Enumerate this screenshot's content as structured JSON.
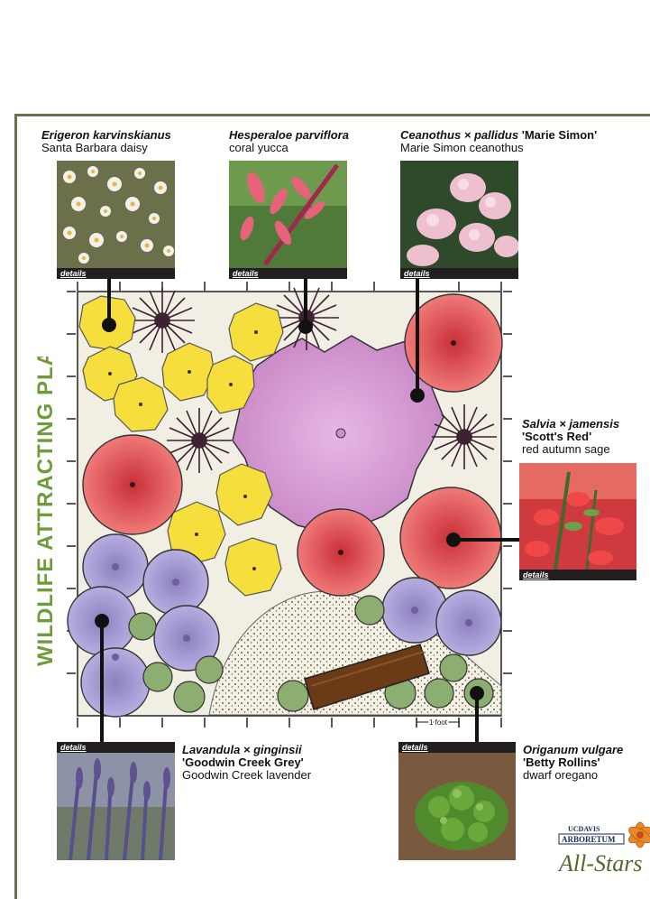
{
  "title": "WILDLIFE ATTRACTING PLAN",
  "scale_label": "1 foot",
  "details_label": "details",
  "plants": {
    "erigeron": {
      "scientific": "Erigeron karvinskianus",
      "common": "Santa Barbara daisy"
    },
    "hesperaloe": {
      "scientific": "Hesperaloe parviflora",
      "common": "coral yucca"
    },
    "ceanothus": {
      "scientific_italic": "Ceanothus × pallidus",
      "cultivar": "'Marie Simon'",
      "common": "Marie Simon ceanothus"
    },
    "salvia": {
      "scientific_italic": "Salvia × jamensis",
      "cultivar": "'Scott's Red'",
      "common": "red autumn sage"
    },
    "lavandula": {
      "scientific_italic": "Lavandula × ginginsii",
      "cultivar": "'Goodwin Creek Grey'",
      "common": "Goodwin Creek lavender"
    },
    "origanum": {
      "scientific_italic": "Origanum vulgare",
      "cultivar": "'Betty Rollins'",
      "common": "dwarf oregano"
    }
  },
  "logo": {
    "line1": "UCDAVIS",
    "line2": "ARBORETUM",
    "line3": "All-Stars"
  },
  "colors": {
    "frame": "#6e6e52",
    "title_green": "#6f9c3a",
    "bed": "#f1efe4",
    "daisy_yellow": "#f6df3c",
    "yucca_dark": "#4a2a35",
    "ceanothus_pink": "#d9a4d8",
    "salvia_red": "#e0474c",
    "lavender": "#a79bd0",
    "oregano_green": "#8cae70",
    "bench_brown": "#6b3a17"
  }
}
